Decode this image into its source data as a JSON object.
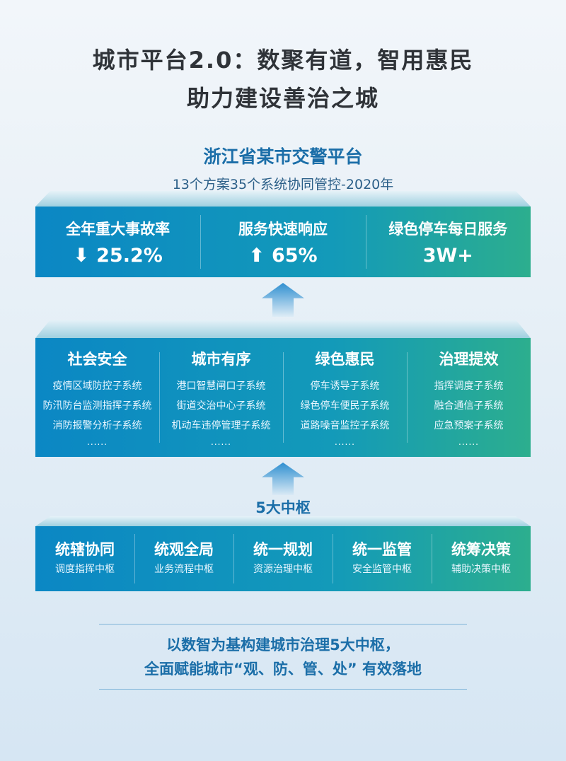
{
  "title": {
    "line1": "城市平台2.0：数聚有道，智用惠民",
    "line2": "助力建设善治之城"
  },
  "case": {
    "name": "浙江省某市交警平台",
    "subtitle": "13个方案35个系统协同管控-2020年"
  },
  "metrics": [
    {
      "label": "全年重大事故率",
      "value": "25.2%",
      "direction": "down"
    },
    {
      "label": "服务快速响应",
      "value": "65%",
      "direction": "up"
    },
    {
      "label": "绿色停车每日服务",
      "value": "3W+",
      "direction": ""
    }
  ],
  "categories": [
    {
      "title": "社会安全",
      "items": [
        "疫情区域防控子系统",
        "防汛防台监测指挥子系统",
        "消防报警分析子系统"
      ],
      "more": "......"
    },
    {
      "title": "城市有序",
      "items": [
        "港口智慧闸口子系统",
        "街道交治中心子系统",
        "机动车违停管理子系统"
      ],
      "more": "......"
    },
    {
      "title": "绿色惠民",
      "items": [
        "停车诱导子系统",
        "绿色停车便民子系统",
        "道路噪音监控子系统"
      ],
      "more": "......"
    },
    {
      "title": "治理提效",
      "items": [
        "指挥调度子系统",
        "融合通信子系统",
        "应急预案子系统"
      ],
      "more": "......"
    }
  ],
  "hubs": {
    "title": "5大中枢",
    "items": [
      {
        "title": "统辖协同",
        "sub": "调度指挥中枢"
      },
      {
        "title": "统观全局",
        "sub": "业务流程中枢"
      },
      {
        "title": "统一规划",
        "sub": "资源治理中枢"
      },
      {
        "title": "统一监管",
        "sub": "安全监管中枢"
      },
      {
        "title": "统筹决策",
        "sub": "辅助决策中枢"
      }
    ]
  },
  "conclusion": {
    "line1": "以数智为基构建城市治理5大中枢，",
    "line2": "全面赋能城市“观、防、管、处” 有效落地"
  }
}
